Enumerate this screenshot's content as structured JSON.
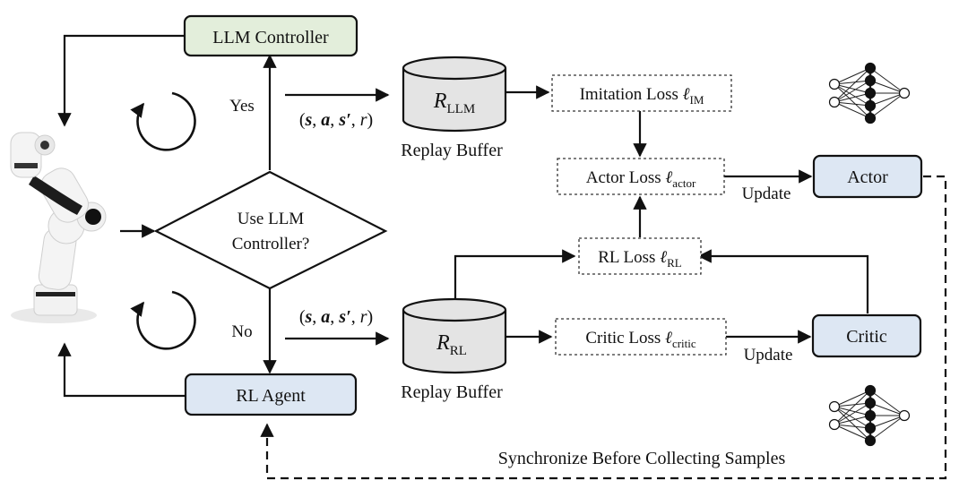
{
  "nodes": {
    "llm_controller": "LLM Controller",
    "rl_agent": "RL Agent",
    "decision_line1": "Use LLM",
    "decision_line2": "Controller?",
    "actor": "Actor",
    "critic": "Critic"
  },
  "branches": {
    "yes": "Yes",
    "no": "No"
  },
  "buffers": {
    "llm": {
      "symbol": "R",
      "subscript": "LLM",
      "caption": "Replay Buffer"
    },
    "rl": {
      "symbol": "R",
      "subscript": "RL",
      "caption": "Replay Buffer"
    }
  },
  "transition_tuple": {
    "open": "(",
    "s": "s",
    "a": "a",
    "s_prime": "s′",
    "r": "r",
    "comma": ", ",
    "close": ")"
  },
  "losses": {
    "imitation": {
      "label": "Imitation Loss ",
      "symbol": "ℓ",
      "subscript": "IM"
    },
    "actor": {
      "label": "Actor Loss ",
      "symbol": "ℓ",
      "subscript": "actor"
    },
    "rl": {
      "label": "RL Loss ",
      "symbol": "ℓ",
      "subscript": "RL"
    },
    "critic": {
      "label": "Critic Loss ",
      "symbol": "ℓ",
      "subscript": "critic"
    }
  },
  "edge_labels": {
    "update_actor": "Update",
    "update_critic": "Update"
  },
  "sync_label": "Synchronize Before Collecting Samples",
  "colors": {
    "llm_box_fill": "#e3eedb",
    "agent_box_fill": "#dde7f3",
    "buffer_fill": "#e4e4e4",
    "stroke": "#111111"
  },
  "icons": {
    "robot": "robot-arm-icon",
    "loop": "circular-arrow-icon",
    "network": "neural-network-icon"
  }
}
